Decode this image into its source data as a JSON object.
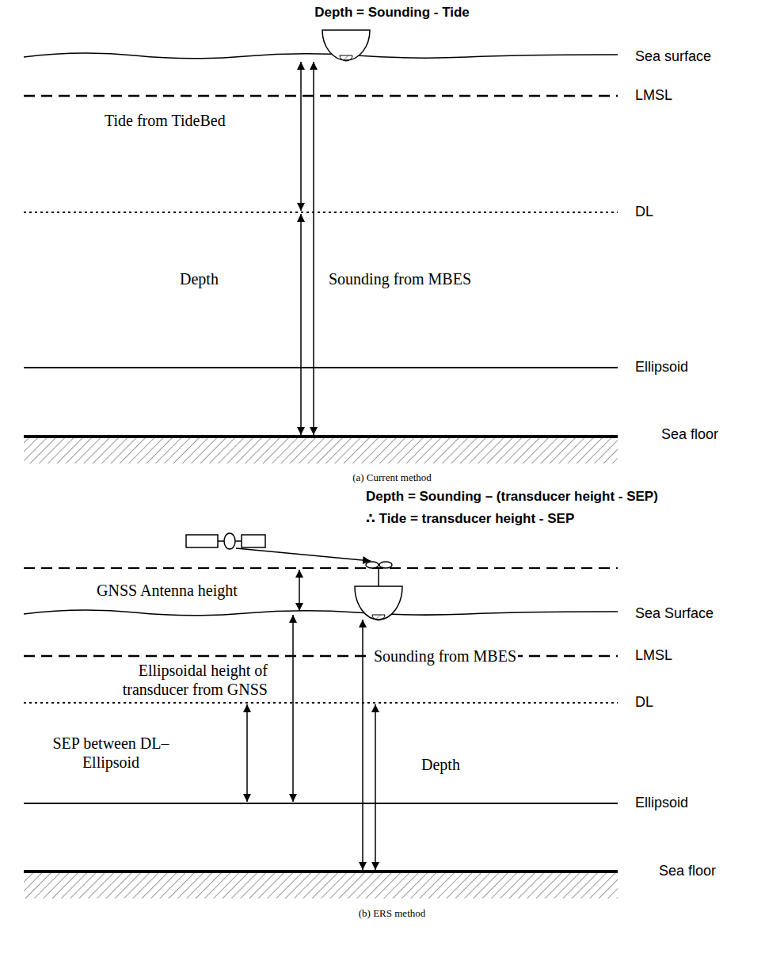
{
  "diagram": {
    "title": "Depth = Sounding - Tide",
    "labels": [
      "Sea surface",
      "LMSL",
      "Tide from TideBed",
      "DL",
      "Depth",
      "Sounding from MBES",
      "Ellipsoid",
      "Sea floor",
      "(a) Current method",
      "Depth = Sounding – (transducer height - SEP)",
      "∴ Tide = transducer height - SEP",
      "GNSS Antenna height",
      "Sea Surface",
      "LMSL",
      "Ellipsoidal height of transducer from GNSS",
      "Sounding from MBES",
      "DL",
      "SEP between DL– Ellipsoid",
      "Depth",
      "Ellipsoid",
      "Sea floor",
      "(b) ERS method"
    ]
  }
}
